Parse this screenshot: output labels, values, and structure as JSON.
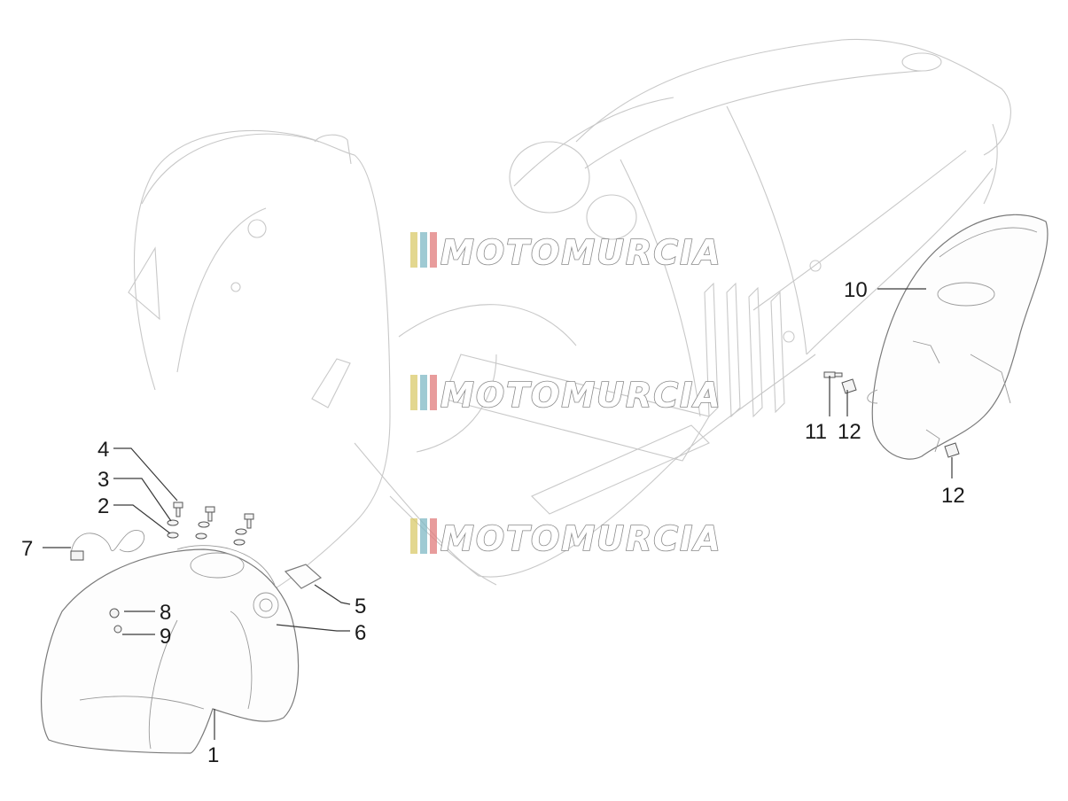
{
  "watermark": {
    "text": "MOTOMURCIA",
    "stripe_colors": [
      "#d9c96a",
      "#7fb8c4",
      "#e07b7b"
    ]
  },
  "callouts": [
    {
      "id": "1",
      "label": "1"
    },
    {
      "id": "2",
      "label": "2"
    },
    {
      "id": "3",
      "label": "3"
    },
    {
      "id": "4",
      "label": "4"
    },
    {
      "id": "5",
      "label": "5"
    },
    {
      "id": "6",
      "label": "6"
    },
    {
      "id": "7",
      "label": "7"
    },
    {
      "id": "8",
      "label": "8"
    },
    {
      "id": "9",
      "label": "9"
    },
    {
      "id": "10",
      "label": "10"
    },
    {
      "id": "11",
      "label": "11"
    },
    {
      "id": "12a",
      "label": "12"
    },
    {
      "id": "12b",
      "label": "12"
    }
  ],
  "colors": {
    "ink": "#1a1a1a",
    "body_outline": "#c8c8c8",
    "part_outline": "#7a7a7a"
  }
}
